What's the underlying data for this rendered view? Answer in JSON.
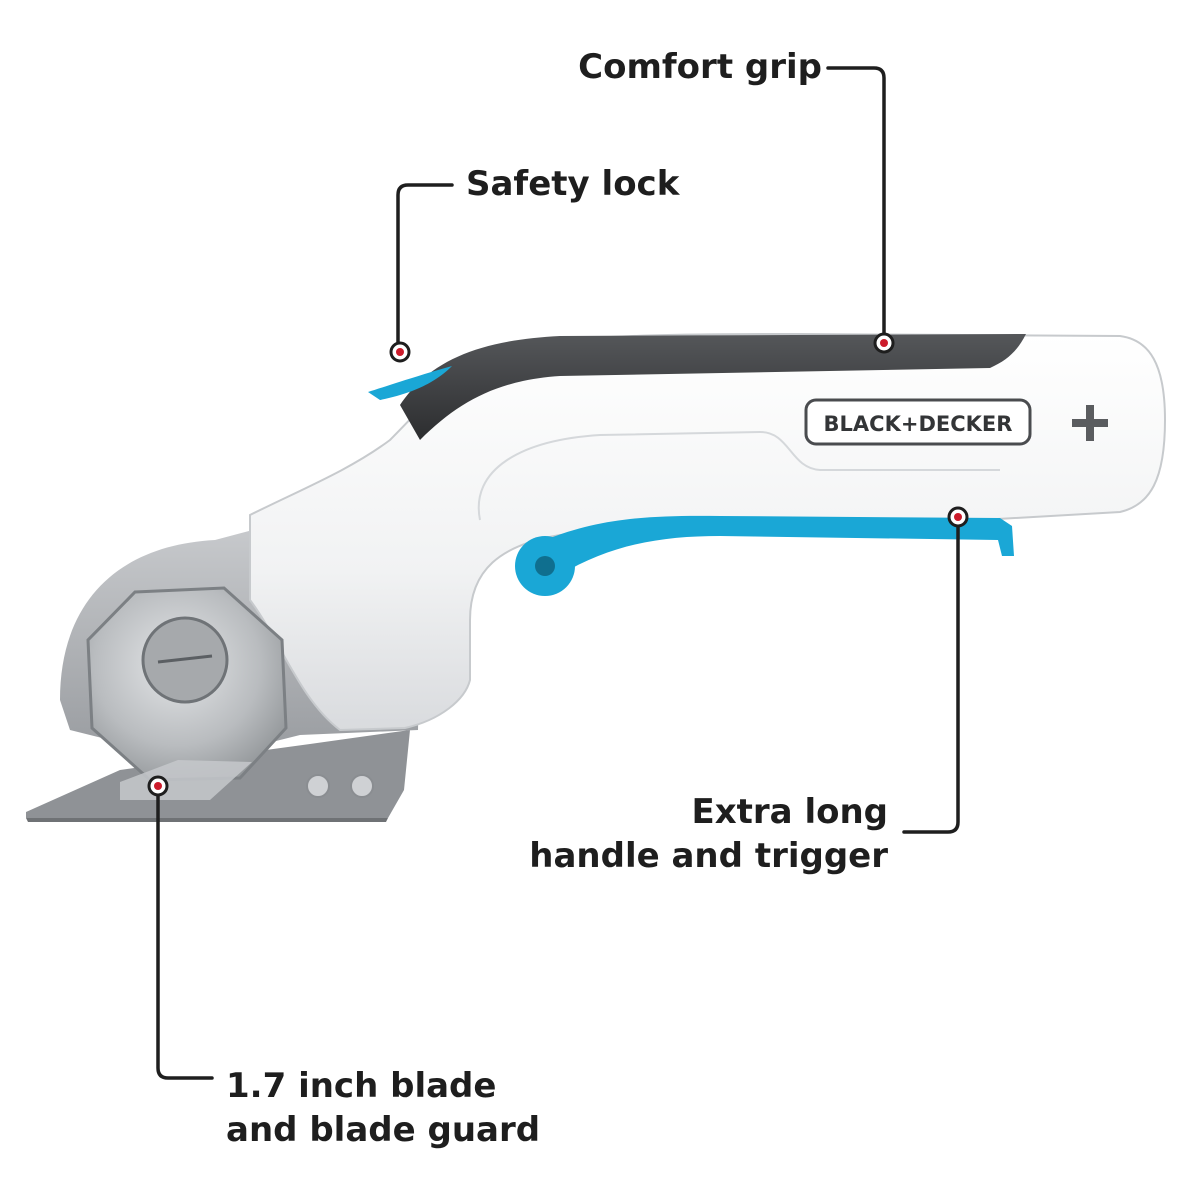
{
  "brand": {
    "logo_text": "BLACK+DECKER"
  },
  "callouts": {
    "comfort_grip": "Comfort grip",
    "safety_lock": "Safety lock",
    "extra_long": {
      "line1": "Extra long",
      "line2": "handle and trigger"
    },
    "blade": {
      "line1": "1.7 inch blade",
      "line2": "and blade guard"
    }
  },
  "colors": {
    "accent_blue": "#1aa7d6",
    "marker_red": "#cc1b2b",
    "leader_line": "#1e1e1e",
    "grip_dark": "#3a3b3d",
    "body_white": "#f4f5f6",
    "blade_gray": "#a7aaad"
  },
  "icons": {
    "plus_badge": "plus-icon"
  }
}
